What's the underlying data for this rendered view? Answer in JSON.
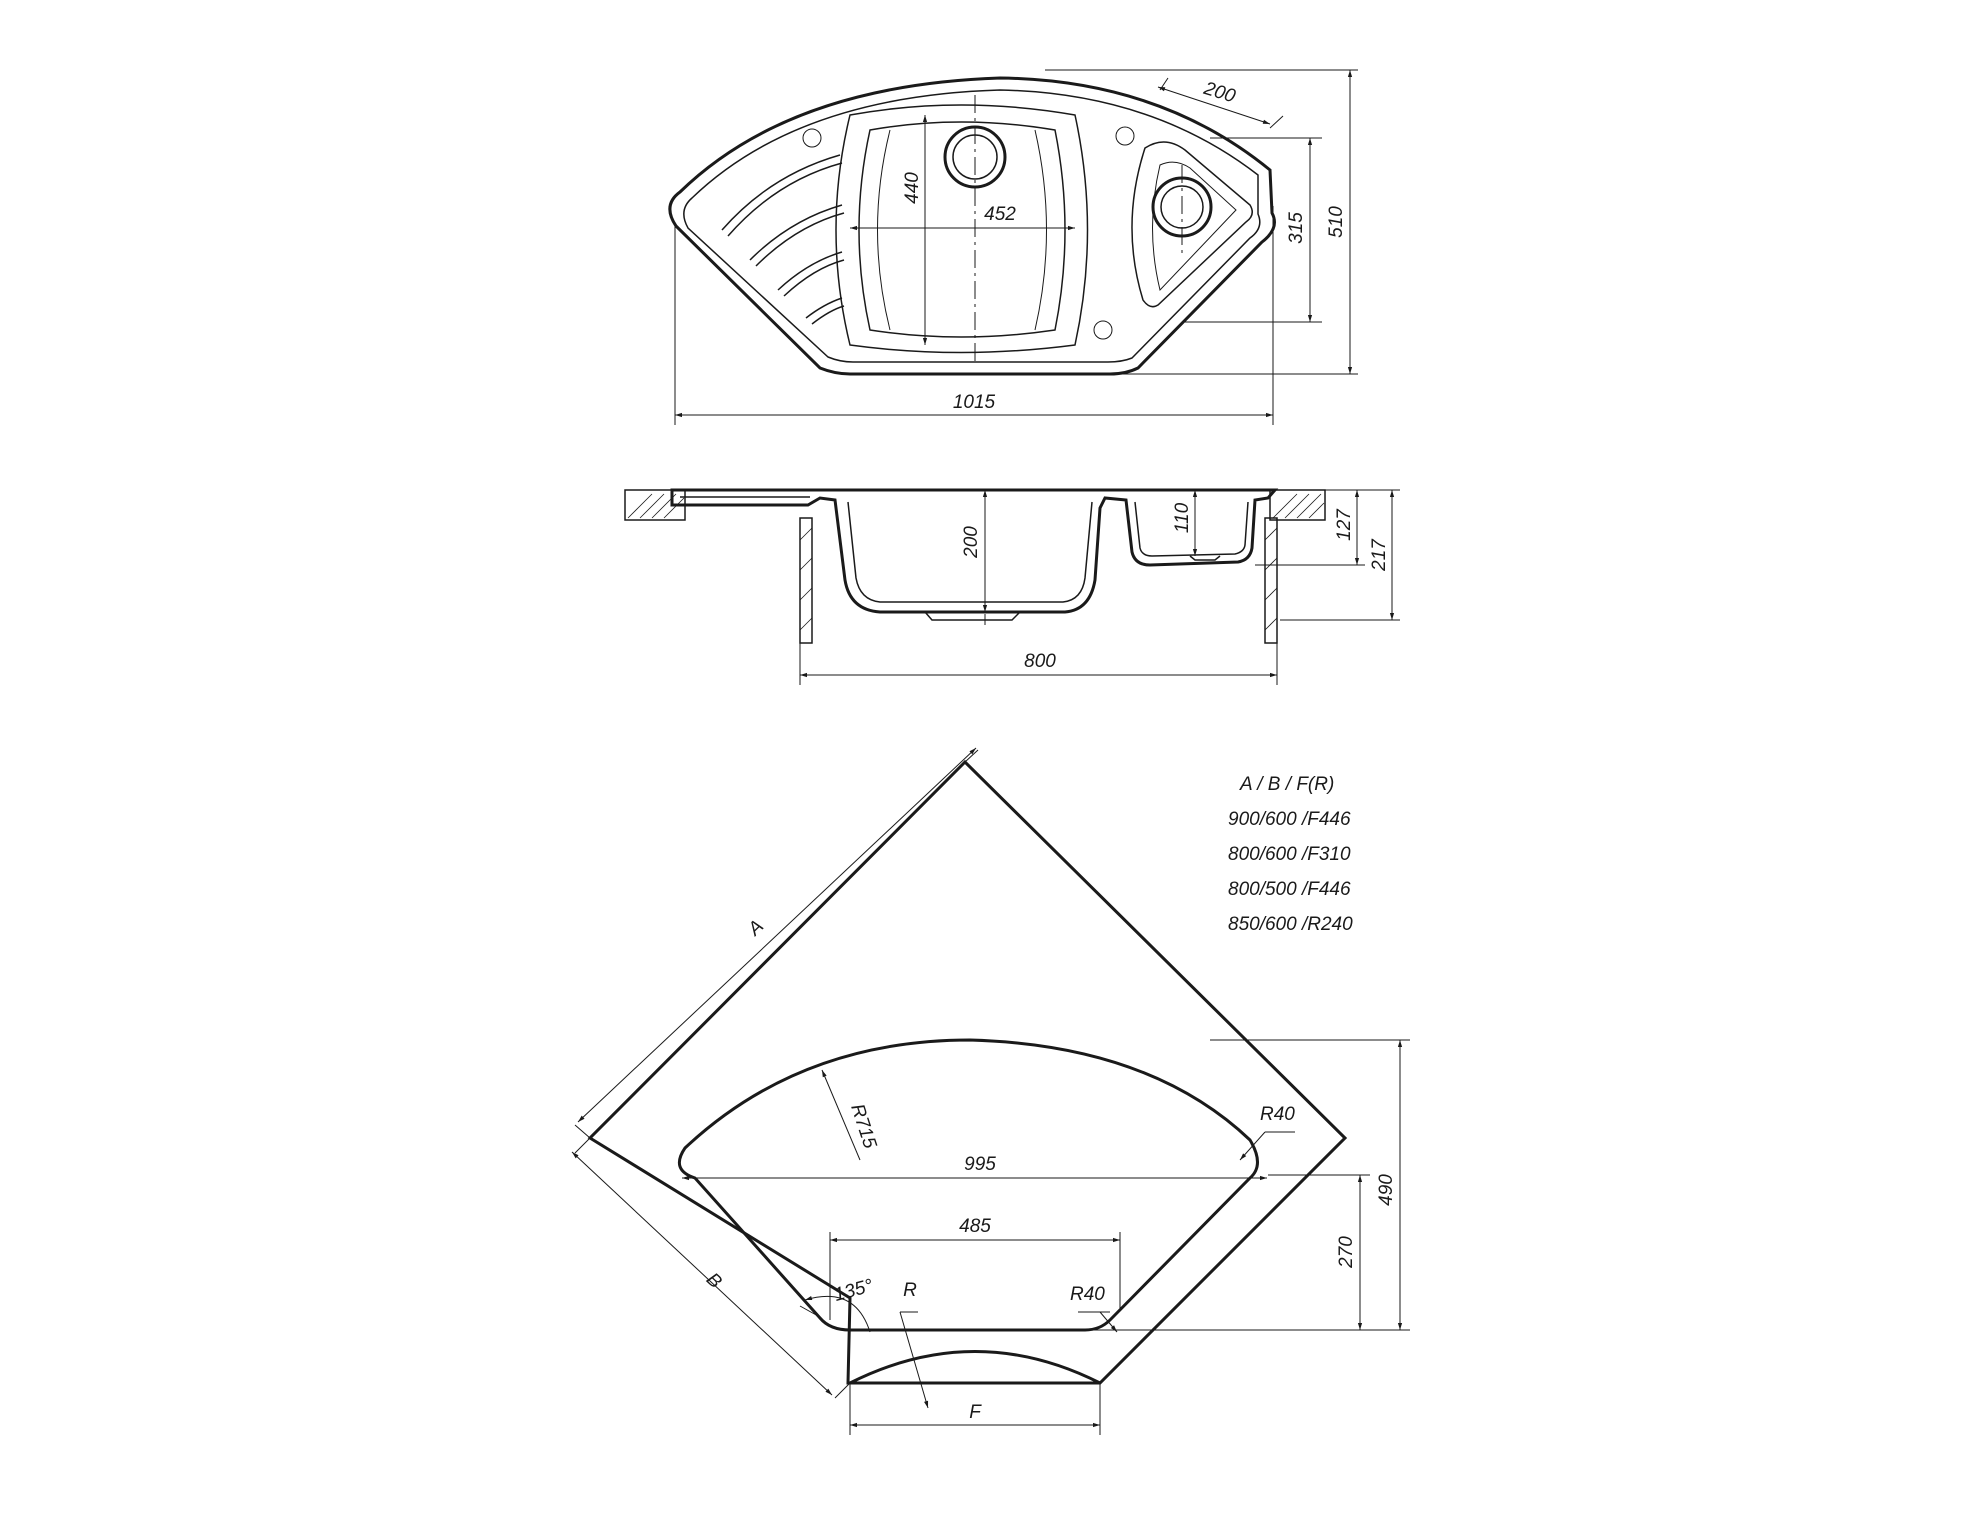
{
  "top_view": {
    "dims": {
      "overall_width": "1015",
      "bowl_depth": "440",
      "bowl_width": "452",
      "offset_200": "200",
      "small_315": "315",
      "overall_510": "510"
    }
  },
  "side_view": {
    "dims": {
      "bowl_depth_200": "200",
      "small_bowl_110": "110",
      "d127": "127",
      "d217": "217",
      "cabinet_800": "800"
    }
  },
  "cutout_view": {
    "side_a": "A",
    "side_b": "B",
    "side_f": "F",
    "dims": {
      "r715": "R715",
      "r40_right": "R40",
      "w995": "995",
      "w485": "485",
      "angle_135": "135°",
      "r_label": "R",
      "r40_bottom": "R40",
      "h490": "490",
      "h270": "270"
    },
    "table": {
      "header": "A / B / F(R)",
      "rows": [
        "900/600 /F446",
        "800/600 /F310",
        "800/500 /F446",
        "850/600 /R240"
      ]
    }
  }
}
